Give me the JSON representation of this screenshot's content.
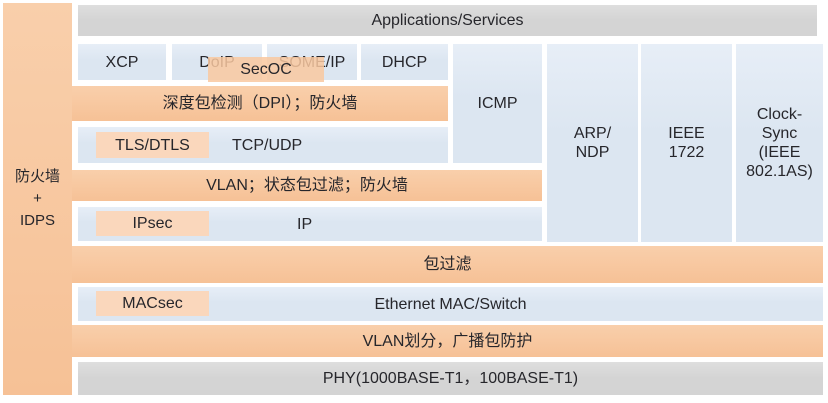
{
  "colors": {
    "orange_bar": "#F8C9A2",
    "orange_chip": "#FAD7BC",
    "blue_box": "#DCE6F1",
    "gray_box": "#D6D6D6",
    "text": "#26262B",
    "background": "#FFFFFF"
  },
  "sidebar": {
    "lines": [
      "防火墙",
      "+",
      "IDPS"
    ]
  },
  "stack": {
    "applications": "Applications/Services",
    "protocols": [
      "XCP",
      "DoIP",
      "SOME/IP",
      "DHCP"
    ],
    "secoc": "SecOC",
    "dpi_firewall": "深度包检测（DPI）；防火墙",
    "tls_chip": "TLS/DTLS",
    "transport": "TCP/UDP",
    "vlan_stateful_firewall": "VLAN；状态包过滤；防火墙",
    "ipsec_chip": "IPsec",
    "network": "IP",
    "icmp": "ICMP",
    "arp_ndp": "ARP/\nNDP",
    "ieee_1722": "IEEE\n1722",
    "clock_sync": "Clock-\nSync\n(IEEE\n802.1AS)",
    "packet_filter": "包过滤",
    "macsec_chip": "MACsec",
    "mac_layer": "Ethernet MAC/Switch",
    "vlan_division": "VLAN划分，广播包防护",
    "phy": "PHY(1000BASE-T1，100BASE-T1)"
  }
}
